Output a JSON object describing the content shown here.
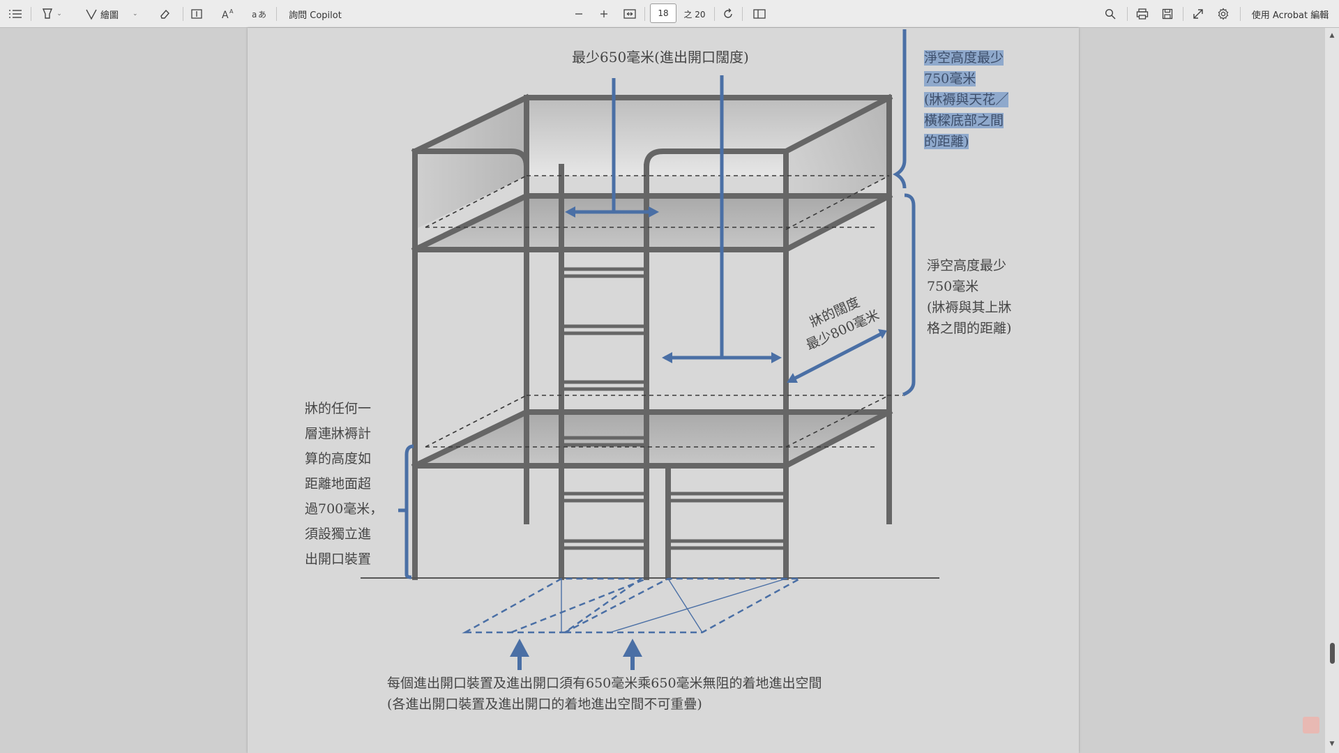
{
  "toolbar": {
    "icons": [
      "list-icon",
      "highlight-icon",
      "draw-icon",
      "eraser-icon",
      "text-box-icon",
      "text-format-icon",
      "translate-icon",
      "zoom-out-icon",
      "zoom-in-icon",
      "fit-page-icon",
      "rotate-icon",
      "page-view-icon",
      "search-icon",
      "print-icon",
      "save-icon",
      "expand-icon",
      "gear-icon"
    ],
    "draw_label": "繪圖",
    "copilot_label": "詢問 Copilot",
    "page_current": "18",
    "page_total": "之 20",
    "acrobat_label": "使用 Acrobat 編輯"
  },
  "document": {
    "top_label": "最少650毫米(進出開口闊度)",
    "right_top_lines": [
      "淨空高度最少",
      "750毫米",
      "(牀褥與天花／",
      "橫樑底部之間",
      "的距離)"
    ],
    "right_mid_lines": [
      "淨空高度最少",
      "750毫米",
      "(牀褥與其上牀",
      "格之間的距離)"
    ],
    "width_label_lines": [
      "牀的闊度",
      "最少800毫米"
    ],
    "left_lines": [
      "牀的任何一",
      "層連牀褥計",
      "算的高度如",
      "距離地面超",
      "過700毫米，",
      "須設獨立進",
      "出開口裝置"
    ],
    "bottom_line1": "每個進出開口裝置及進出開口須有650毫米乘650毫米無阻的着地進出空間",
    "bottom_line2": "(各進出開口裝置及進出開口的着地進出空間不可重疊)"
  },
  "colors": {
    "frame": "#666666",
    "annotation_blue": "#4a6fa5",
    "highlight": "#8fa9cc",
    "toolbar_bg": "#ececec",
    "page_bg": "#d8d8d8"
  }
}
